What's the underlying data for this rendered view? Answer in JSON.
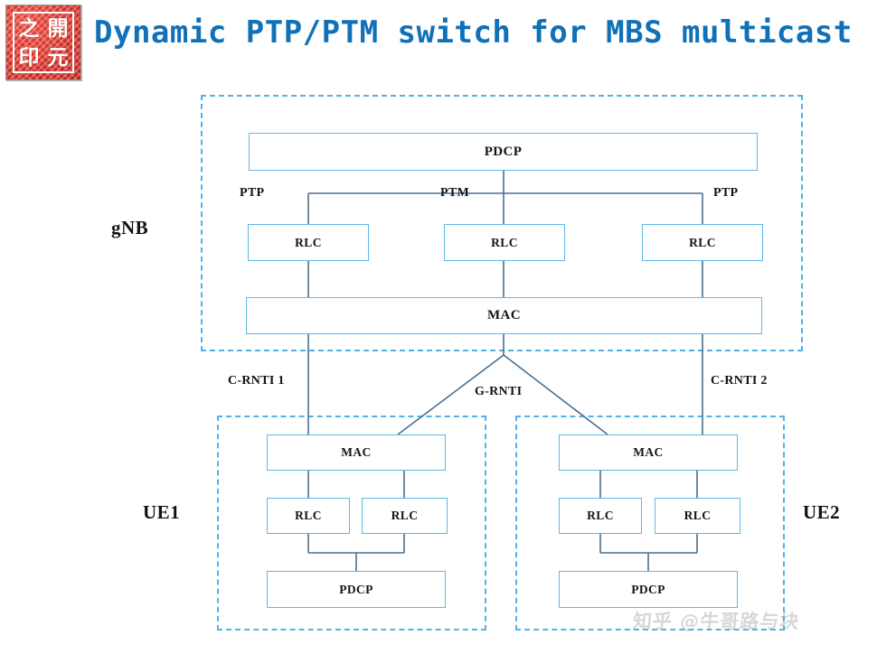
{
  "header": {
    "title": "Dynamic PTP/PTM switch for MBS multicast",
    "title_color": "#1070b8",
    "seal": {
      "name": "seal-stamp",
      "characters": [
        "之",
        "開",
        "印",
        "元"
      ],
      "color": "#cf2b22"
    }
  },
  "diagram": {
    "type": "protocol-stack-block-diagram",
    "accent_color": "#5cb8e8",
    "dashed_color": "#4fb3e8",
    "groups": [
      {
        "id": "gnb",
        "label": "gNB",
        "label_side": "left"
      },
      {
        "id": "ue1",
        "label": "UE1",
        "label_side": "left"
      },
      {
        "id": "ue2",
        "label": "UE2",
        "label_side": "right"
      }
    ],
    "gnb": {
      "label": "gNB",
      "pdcp": "PDCP",
      "rlc": [
        "RLC",
        "RLC",
        "RLC"
      ],
      "mac": "MAC",
      "bearer_labels": [
        "PTP",
        "PTM",
        "PTP"
      ]
    },
    "ue1": {
      "label": "UE1",
      "mac": "MAC",
      "rlc": [
        "RLC",
        "RLC"
      ],
      "pdcp": "PDCP"
    },
    "ue2": {
      "label": "UE2",
      "mac": "MAC",
      "rlc": [
        "RLC",
        "RLC"
      ],
      "pdcp": "PDCP"
    },
    "link_labels": {
      "left": "C-RNTI 1",
      "center": "G-RNTI",
      "right": "C-RNTI 2"
    }
  },
  "watermark": {
    "text": "知乎 @牛哥路与块"
  }
}
